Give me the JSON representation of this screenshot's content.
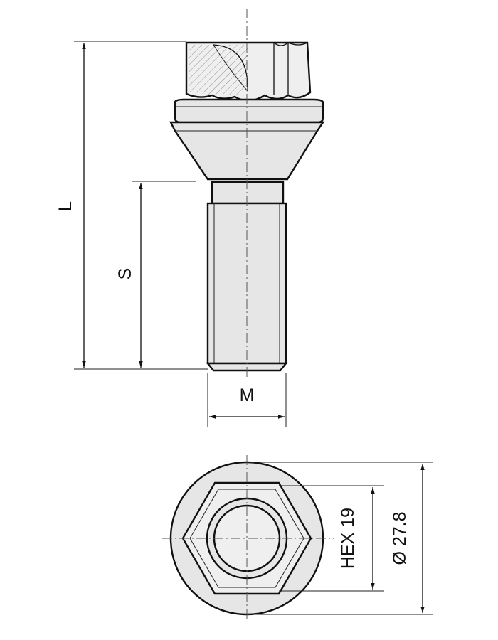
{
  "drawing": {
    "dimensions": {
      "length_label": "L",
      "shank_label": "S",
      "thread_label": "M",
      "hex_label": "HEX 19",
      "diameter_label": "Ø 27.8"
    },
    "colors": {
      "line": "#111111",
      "fill": "#e6e6e6",
      "background": "#ffffff"
    }
  }
}
